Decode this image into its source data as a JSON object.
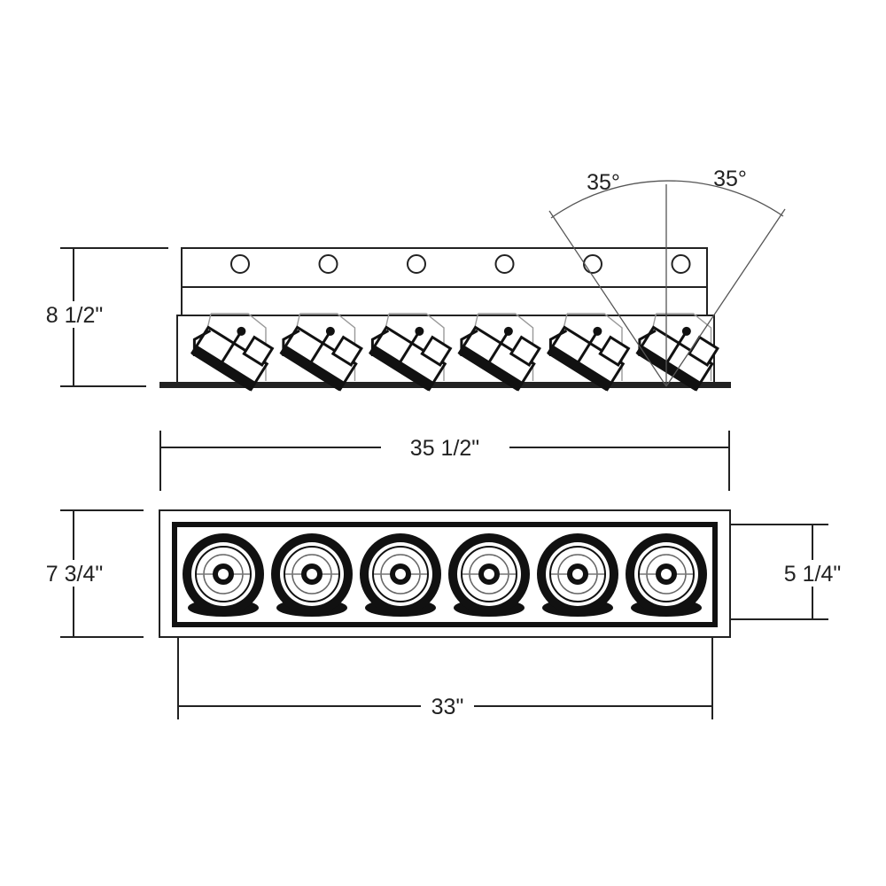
{
  "dimensions": {
    "side_height": "8 1/2\"",
    "overall_length": "35 1/2\"",
    "overall_width": "7 3/4\"",
    "aperture_width": "5 1/4\"",
    "aperture_length": "33\""
  },
  "tilt": {
    "left_angle": "35°",
    "right_angle": "35°"
  },
  "fixture": {
    "head_count": 6
  },
  "colors": {
    "line": "#222222",
    "fill_dark": "#111111"
  }
}
